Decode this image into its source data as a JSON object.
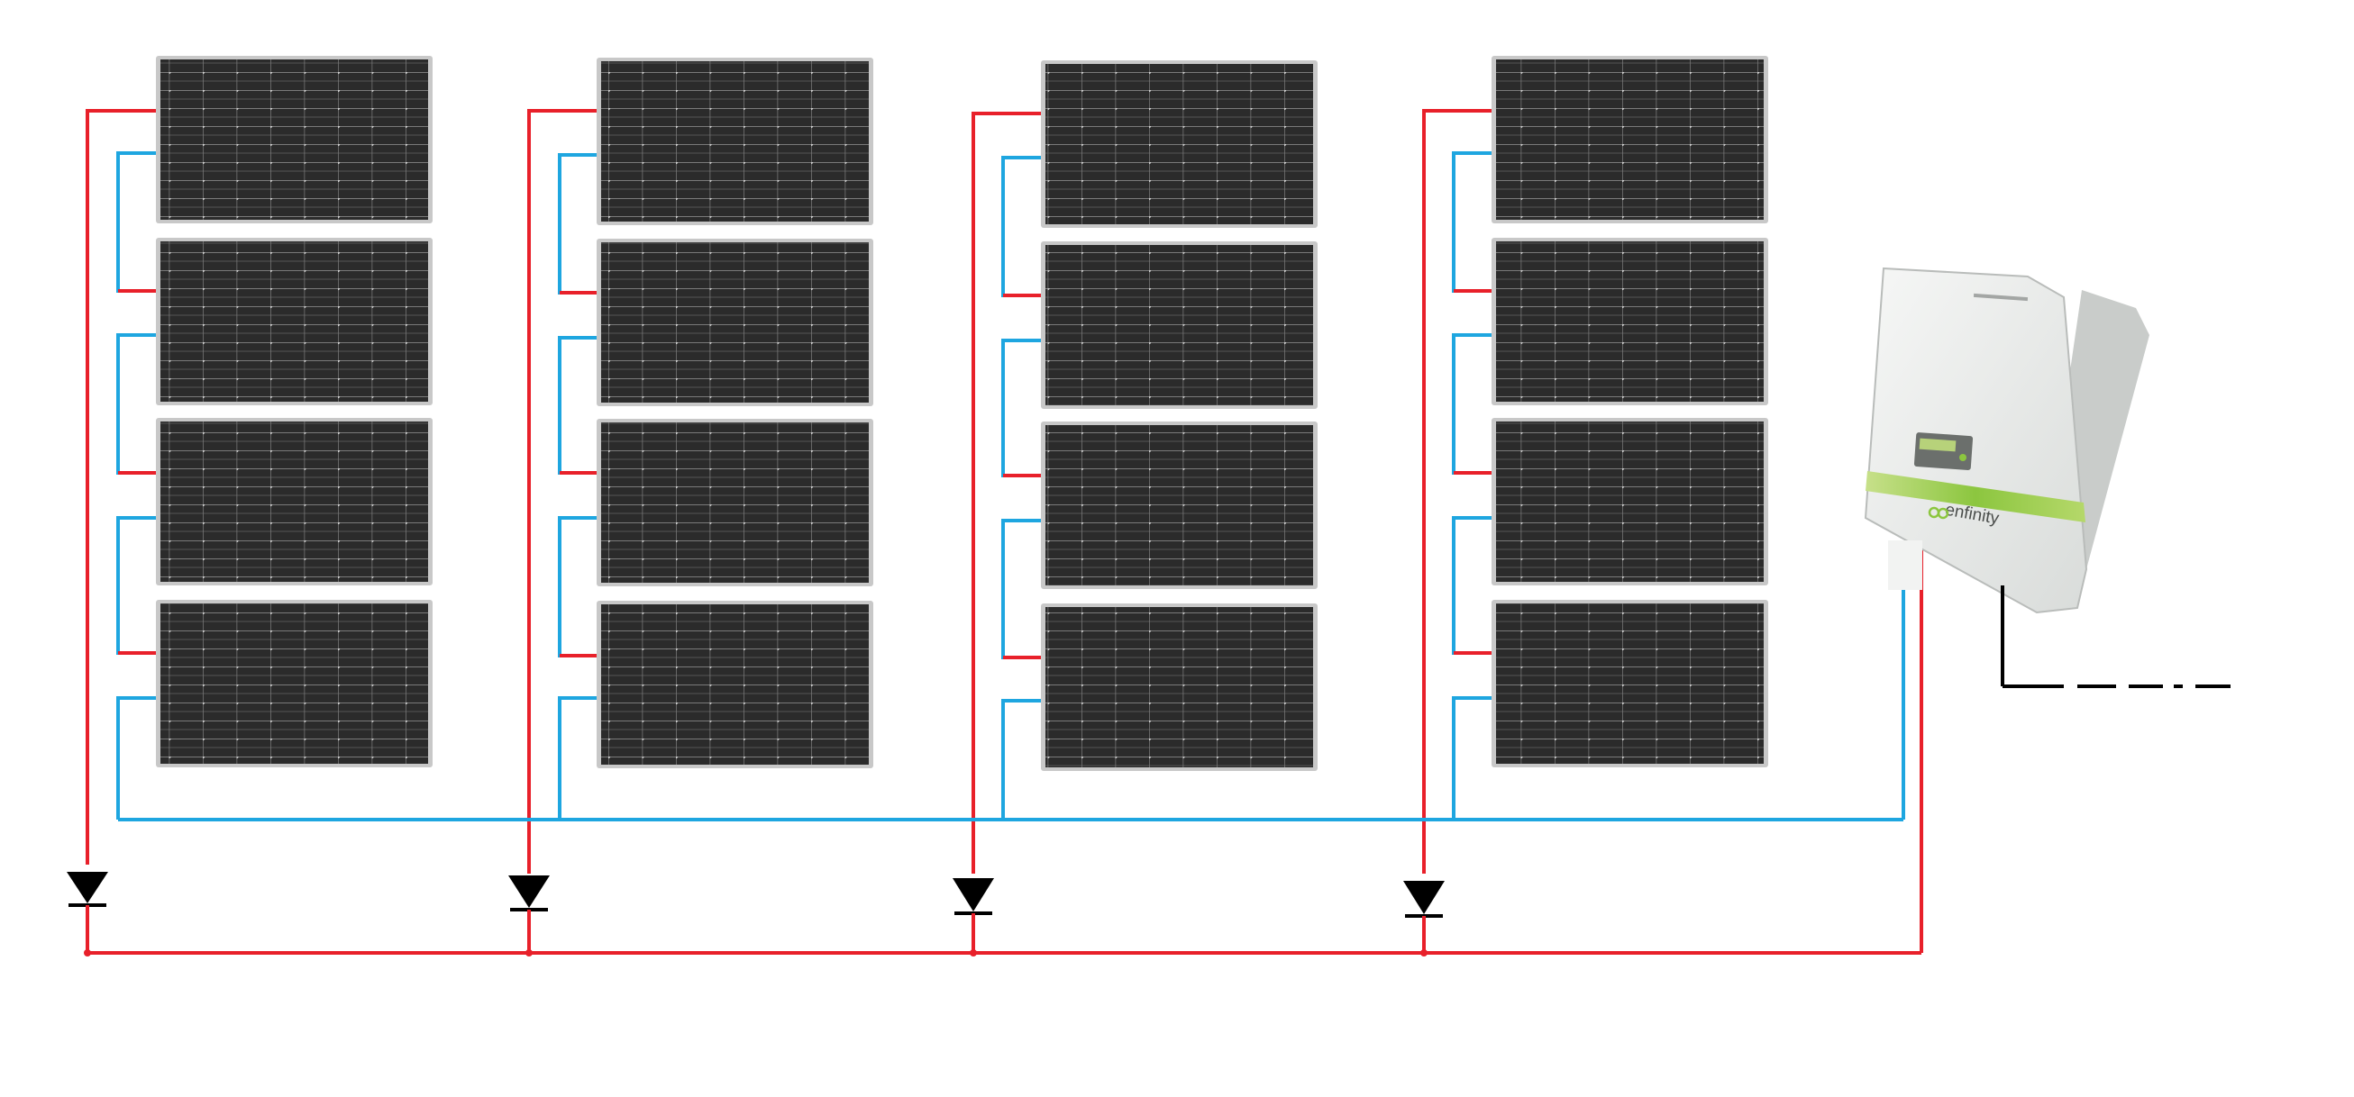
{
  "diagram": {
    "colors": {
      "background": "#ffffff",
      "positive_wire": "#e8202a",
      "negative_wire": "#1ea6e0",
      "diode": "#000000",
      "panel_body": "#2b2b2b",
      "panel_frame": "#c8c8c8",
      "panel_grid": "#8a8a8a",
      "inverter_body": "#eceeed",
      "inverter_stripe": "#8cc63f",
      "ac_line": "#000000"
    },
    "strings": [
      {
        "panels": 4
      },
      {
        "panels": 4
      },
      {
        "panels": 4
      },
      {
        "panels": 4
      }
    ],
    "inverter": {
      "brand": "enfinity",
      "icon": "inverter-icon"
    }
  }
}
